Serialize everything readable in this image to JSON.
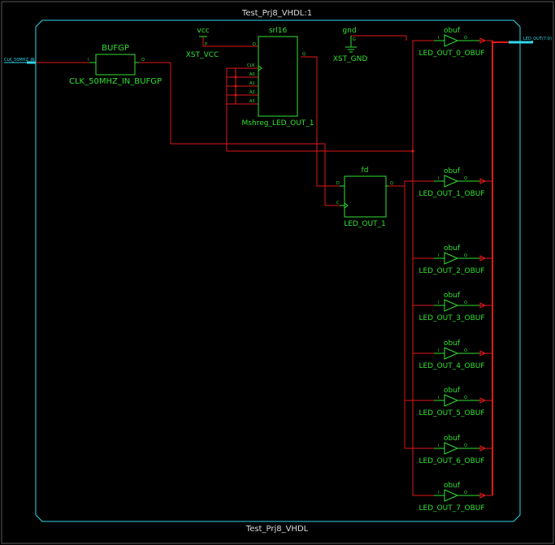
{
  "frame": {
    "title": "Test_Prj8_VHDL:1",
    "bottom_label": "Test_Prj8_VHDL"
  },
  "ports": {
    "input": "CLK_50MHZ_IN",
    "output": "LED_OUT(7:0)"
  },
  "bufgp": {
    "type": "BUFGP",
    "instance": "CLK_50MHZ_IN_BUFGP",
    "pin_in": "I",
    "pin_out": "O"
  },
  "vcc": {
    "type": "vcc",
    "instance": "XST_VCC",
    "pin": "P"
  },
  "gnd": {
    "type": "gnd",
    "instance": "XST_GND",
    "pin": "G"
  },
  "srl16": {
    "type": "srl16",
    "instance": "Mshreg_LED_OUT_1",
    "pins": [
      "CLK",
      "A0",
      "A1",
      "A2",
      "A3",
      "D"
    ],
    "pin_out": "Q"
  },
  "fd": {
    "type": "fd",
    "instance": "LED_OUT_1",
    "pin_d": "D",
    "pin_c": "C",
    "pin_q": "Q"
  },
  "obufs": [
    {
      "type": "obuf",
      "instance": "LED_OUT_0_OBUF",
      "pin_in": "I",
      "pin_out": "O"
    },
    {
      "type": "obuf",
      "instance": "LED_OUT_1_OBUF",
      "pin_in": "I",
      "pin_out": "O"
    },
    {
      "type": "obuf",
      "instance": "LED_OUT_2_OBUF",
      "pin_in": "I",
      "pin_out": "O"
    },
    {
      "type": "obuf",
      "instance": "LED_OUT_3_OBUF",
      "pin_in": "I",
      "pin_out": "O"
    },
    {
      "type": "obuf",
      "instance": "LED_OUT_4_OBUF",
      "pin_in": "I",
      "pin_out": "O"
    },
    {
      "type": "obuf",
      "instance": "LED_OUT_5_OBUF",
      "pin_in": "I",
      "pin_out": "O"
    },
    {
      "type": "obuf",
      "instance": "LED_OUT_6_OBUF",
      "pin_in": "I",
      "pin_out": "O"
    },
    {
      "type": "obuf",
      "instance": "LED_OUT_7_OBUF",
      "pin_in": "I",
      "pin_out": "O"
    }
  ],
  "colors": {
    "background": "#000000",
    "frame": "#31d6e8",
    "component": "#33e033",
    "wire": "#e01818"
  }
}
